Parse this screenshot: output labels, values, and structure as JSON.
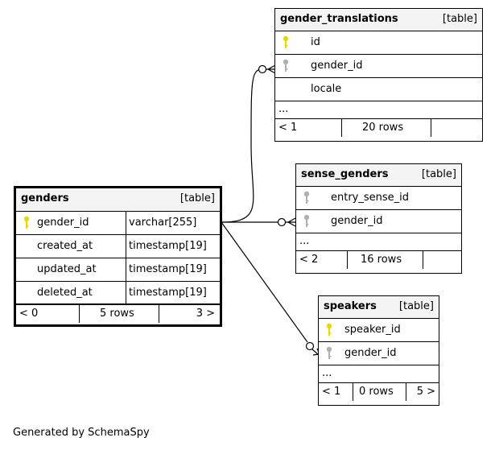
{
  "tables": {
    "gender_translations": {
      "name": "gender_translations",
      "kind": "[table]",
      "columns": [
        "id",
        "gender_id",
        "locale"
      ],
      "ellipsis": "...",
      "footer": {
        "prev": "< 1",
        "rows": "20 rows",
        "next": ""
      }
    },
    "genders": {
      "name": "genders",
      "kind": "[table]",
      "columns": [
        {
          "name": "gender_id",
          "type": "varchar[255]"
        },
        {
          "name": "created_at",
          "type": "timestamp[19]"
        },
        {
          "name": "updated_at",
          "type": "timestamp[19]"
        },
        {
          "name": "deleted_at",
          "type": "timestamp[19]"
        }
      ],
      "footer": {
        "prev": "< 0",
        "rows": "5 rows",
        "next": "3 >"
      }
    },
    "sense_genders": {
      "name": "sense_genders",
      "kind": "[table]",
      "columns": [
        "entry_sense_id",
        "gender_id"
      ],
      "ellipsis": "...",
      "footer": {
        "prev": "< 2",
        "rows": "16 rows",
        "next": ""
      }
    },
    "speakers": {
      "name": "speakers",
      "kind": "[table]",
      "columns": [
        "speaker_id",
        "gender_id"
      ],
      "ellipsis": "...",
      "footer": {
        "prev": "< 1",
        "rows": "0 rows",
        "next": "5 >"
      }
    }
  },
  "generated_by": "Generated by SchemaSpy",
  "colors": {
    "primary_key": "#e6d800",
    "foreign_key": "#b0b0b0",
    "header_bg": "#f4f4f4"
  },
  "icons": {
    "primary_key": "key-icon-gold",
    "foreign_key": "key-icon-gray"
  }
}
